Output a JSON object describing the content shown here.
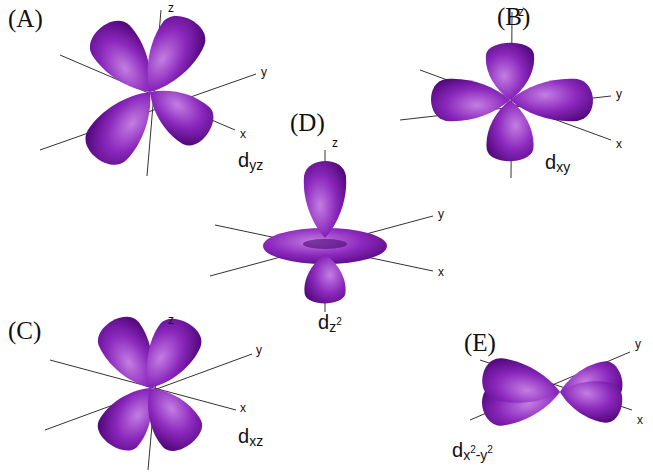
{
  "diagram": {
    "labels": [
      "(A)",
      "z",
      "y",
      "x",
      "d",
      "yz",
      "(B)",
      "z",
      "y",
      "x",
      "d",
      "xy",
      "(D)",
      "z",
      "y",
      "x",
      "d",
      "z",
      "2",
      "(C)",
      "z",
      "y",
      "x",
      "d",
      "xz",
      "(E)",
      "y",
      "x",
      "d",
      "x",
      "2",
      "-y",
      "2"
    ]
  }
}
